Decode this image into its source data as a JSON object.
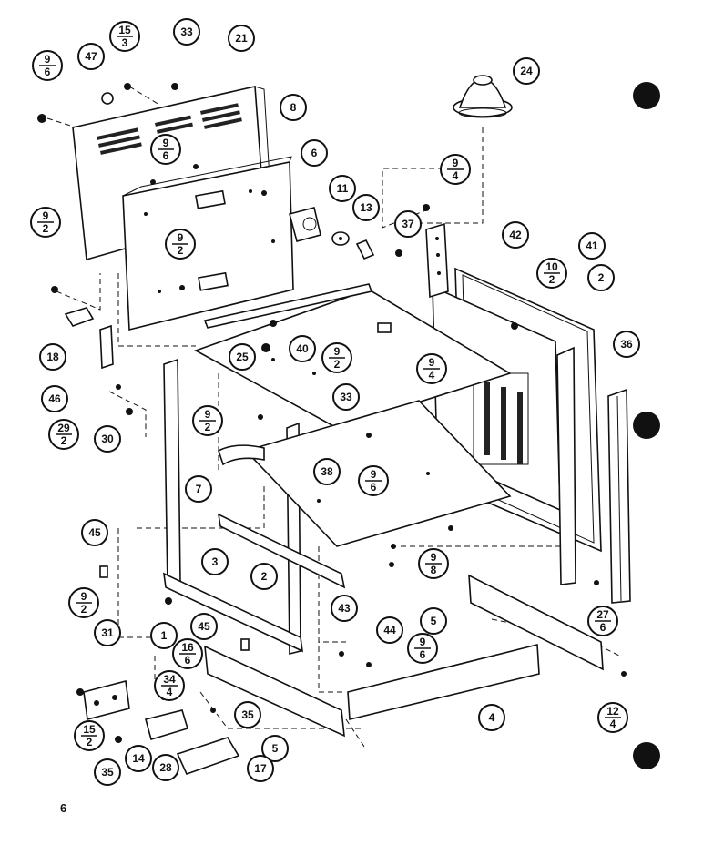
{
  "page_number": "6",
  "callouts": [
    {
      "id": "c-9-6-a",
      "label": "9",
      "sub": "6"
    },
    {
      "id": "c-47",
      "label": "47"
    },
    {
      "id": "c-15-3",
      "label": "15",
      "sub": "3"
    },
    {
      "id": "c-33-top",
      "label": "33"
    },
    {
      "id": "c-21",
      "label": "21"
    },
    {
      "id": "c-24",
      "label": "24"
    },
    {
      "id": "c-8",
      "label": "8"
    },
    {
      "id": "c-9-6-b",
      "label": "9",
      "sub": "6"
    },
    {
      "id": "c-6",
      "label": "6"
    },
    {
      "id": "c-11",
      "label": "11"
    },
    {
      "id": "c-13",
      "label": "13"
    },
    {
      "id": "c-9-4-a",
      "label": "9",
      "sub": "4"
    },
    {
      "id": "c-37",
      "label": "37"
    },
    {
      "id": "c-42",
      "label": "42"
    },
    {
      "id": "c-41",
      "label": "41"
    },
    {
      "id": "c-10-2",
      "label": "10",
      "sub": "2"
    },
    {
      "id": "c-2-right",
      "label": "2"
    },
    {
      "id": "c-36",
      "label": "36"
    },
    {
      "id": "c-9-2-a",
      "label": "9",
      "sub": "2"
    },
    {
      "id": "c-9-2-b",
      "label": "9",
      "sub": "2"
    },
    {
      "id": "c-18",
      "label": "18"
    },
    {
      "id": "c-25",
      "label": "25"
    },
    {
      "id": "c-40",
      "label": "40"
    },
    {
      "id": "c-9-2-c",
      "label": "9",
      "sub": "2"
    },
    {
      "id": "c-9-4-b",
      "label": "9",
      "sub": "4"
    },
    {
      "id": "c-46",
      "label": "46"
    },
    {
      "id": "c-33-mid",
      "label": "33"
    },
    {
      "id": "c-29-2",
      "label": "29",
      "sub": "2"
    },
    {
      "id": "c-30",
      "label": "30"
    },
    {
      "id": "c-9-2-d",
      "label": "9",
      "sub": "2"
    },
    {
      "id": "c-38",
      "label": "38"
    },
    {
      "id": "c-9-6-c",
      "label": "9",
      "sub": "6"
    },
    {
      "id": "c-7",
      "label": "7"
    },
    {
      "id": "c-45-a",
      "label": "45"
    },
    {
      "id": "c-3",
      "label": "3"
    },
    {
      "id": "c-9-8",
      "label": "9",
      "sub": "8"
    },
    {
      "id": "c-2-left",
      "label": "2"
    },
    {
      "id": "c-27-6",
      "label": "27",
      "sub": "6"
    },
    {
      "id": "c-9-2-e",
      "label": "9",
      "sub": "2"
    },
    {
      "id": "c-43",
      "label": "43"
    },
    {
      "id": "c-5-right",
      "label": "5"
    },
    {
      "id": "c-1",
      "label": "1"
    },
    {
      "id": "c-45-b",
      "label": "45"
    },
    {
      "id": "c-44",
      "label": "44"
    },
    {
      "id": "c-31",
      "label": "31"
    },
    {
      "id": "c-16-6",
      "label": "16",
      "sub": "6"
    },
    {
      "id": "c-9-6-d",
      "label": "9",
      "sub": "6"
    },
    {
      "id": "c-34-4",
      "label": "34",
      "sub": "4"
    },
    {
      "id": "c-4",
      "label": "4"
    },
    {
      "id": "c-12-4",
      "label": "12",
      "sub": "4"
    },
    {
      "id": "c-35-a",
      "label": "35"
    },
    {
      "id": "c-15-2",
      "label": "15",
      "sub": "2"
    },
    {
      "id": "c-5-left",
      "label": "5"
    },
    {
      "id": "c-35-b",
      "label": "35"
    },
    {
      "id": "c-14",
      "label": "14"
    },
    {
      "id": "c-28",
      "label": "28"
    },
    {
      "id": "c-17",
      "label": "17"
    }
  ]
}
